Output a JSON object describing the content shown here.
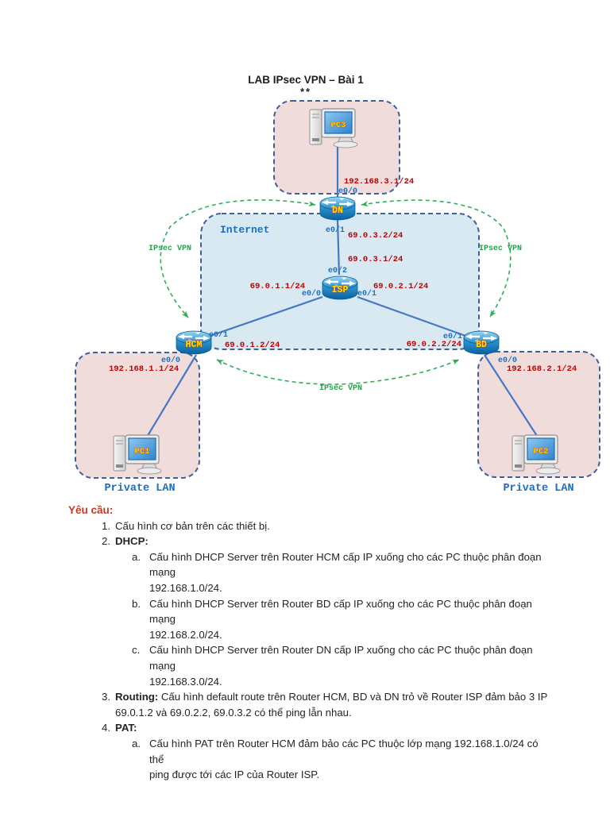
{
  "page": {
    "title": "LAB IPsec VPN – Bài 1",
    "title_note": "**"
  },
  "diagram": {
    "zones": {
      "internet_label": "Internet",
      "private_lan_left_label": "Private LAN",
      "private_lan_right_label": "Private LAN"
    },
    "vpn_labels": {
      "left": "IPsec VPN",
      "right": "IPsec VPN",
      "bottom": "IPsec VPN"
    },
    "routers": {
      "dn": "DN",
      "isp": "ISP",
      "hcm": "HCM",
      "bd": "BD"
    },
    "pcs": {
      "pc1": "PC1",
      "pc2": "PC2",
      "pc3": "PC3"
    },
    "ips": {
      "pc3_lan": "192.168.3.1/24",
      "dn_wan": "69.0.3.2/24",
      "isp_to_dn": "69.0.3.1/24",
      "isp_to_hcm": "69.0.1.1/24",
      "isp_to_bd": "69.0.2.1/24",
      "hcm_wan": "69.0.1.2/24",
      "bd_wan": "69.0.2.2/24",
      "hcm_lan": "192.168.1.1/24",
      "bd_lan": "192.168.2.1/24"
    },
    "interfaces": {
      "dn_lan": "e0/0",
      "dn_wan": "e0/1",
      "isp_to_dn": "e0/2",
      "isp_to_hcm": "e0/0",
      "isp_to_bd": "e0/1",
      "hcm_wan": "e0/1",
      "hcm_lan": "e0/0",
      "bd_wan": "e0/1",
      "bd_lan": "e0/0"
    },
    "colors": {
      "ip_text": "#c00000",
      "interface_text": "#1a6fc0",
      "vpn_green": "#2fae57",
      "lan_zone_fill": "#f1dcdc",
      "internet_zone_fill": "#d9e9f2",
      "zone_border": "#3e5f9a",
      "link_blue": "#4477c4",
      "heading_red": "#c53a22"
    }
  },
  "requirements": {
    "heading": "Yêu cầu:",
    "item1": {
      "marker": "1.",
      "text": "Cấu hình cơ bản trên các thiết bị."
    },
    "item2": {
      "marker": "2.",
      "label": "DHCP:",
      "a": {
        "marker": "a.",
        "line1": "Cấu hình DHCP Server trên Router HCM cấp IP xuống cho các PC thuộc phân đoạn mạng",
        "line2": "192.168.1.0/24."
      },
      "b": {
        "marker": "b.",
        "line1": "Cấu hình DHCP Server trên Router BD cấp IP xuống cho các PC thuộc phân đoạn mạng",
        "line2": "192.168.2.0/24."
      },
      "c": {
        "marker": "c.",
        "line1": "Cấu hình DHCP Server trên Router DN cấp IP xuống cho các PC thuộc phân đoạn mạng",
        "line2": "192.168.3.0/24."
      }
    },
    "item3": {
      "marker": "3.",
      "label": "Routing:",
      "line1": " Cấu hình default route trên Router HCM, BD và DN trỏ về Router ISP đảm bảo 3 IP",
      "line2": "69.0.1.2 và 69.0.2.2, 69.0.3.2 có thể ping lẫn nhau."
    },
    "item4": {
      "marker": "4.",
      "label": "PAT:",
      "a": {
        "marker": "a.",
        "line1": "Cấu hình PAT trên Router HCM đảm bảo các PC thuộc lớp mạng 192.168.1.0/24 có thể",
        "line2": "ping được tới các IP của Router ISP."
      }
    }
  }
}
